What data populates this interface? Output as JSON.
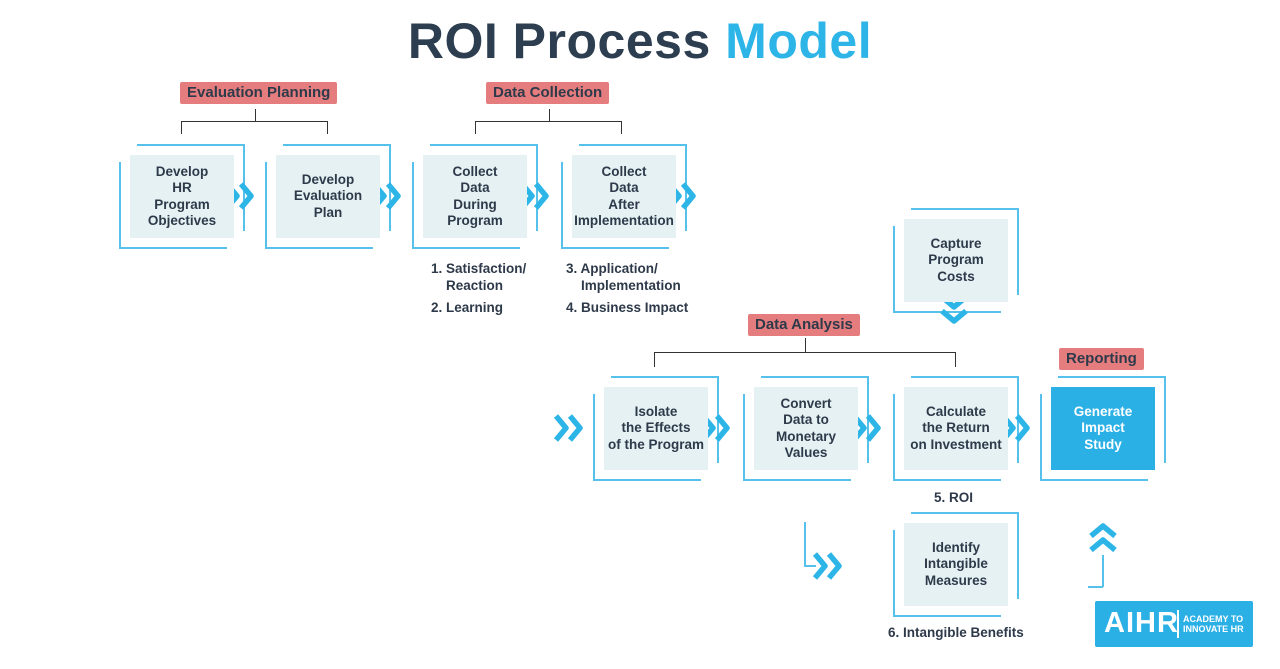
{
  "title": {
    "part1": "ROI Process",
    "part2": "Model"
  },
  "stages": {
    "evaluation_planning": "Evaluation Planning",
    "data_collection": "Data Collection",
    "data_analysis": "Data Analysis",
    "reporting": "Reporting"
  },
  "boxes": {
    "objectives": "Develop\nHR\nProgram\nObjectives",
    "evaluation_plan": "Develop\nEvaluation\nPlan",
    "collect_during": "Collect\nData\nDuring\nProgram",
    "collect_after": "Collect\nData\nAfter\nImplementation",
    "capture_costs": "Capture\nProgram\nCosts",
    "isolate_effects": "Isolate\nthe Effects\nof the Program",
    "convert_data": "Convert\nData to\nMonetary\nValues",
    "calculate_roi": "Calculate\nthe Return\non Investment",
    "generate_study": "Generate\nImpact\nStudy",
    "intangible": "Identify\nIntangible\nMeasures"
  },
  "notes": {
    "n1": "1. Satisfaction/\n    Reaction",
    "n2": "2. Learning",
    "n3": "3. Application/\n    Implementation",
    "n4": "4. Business Impact",
    "n5": "5. ROI",
    "n6": "6. Intangible Benefits"
  },
  "logo": {
    "mark": "AIHR",
    "tagline": "ACADEMY TO\nINNOVATE HR"
  },
  "colors": {
    "accent": "#2eb5e8",
    "stage": "#e57d7f",
    "box_fill": "#e6f1f4",
    "text": "#2e3a4a"
  },
  "icons": [
    "double-chevron-right-icon",
    "double-chevron-down-icon",
    "double-chevron-up-icon"
  ]
}
